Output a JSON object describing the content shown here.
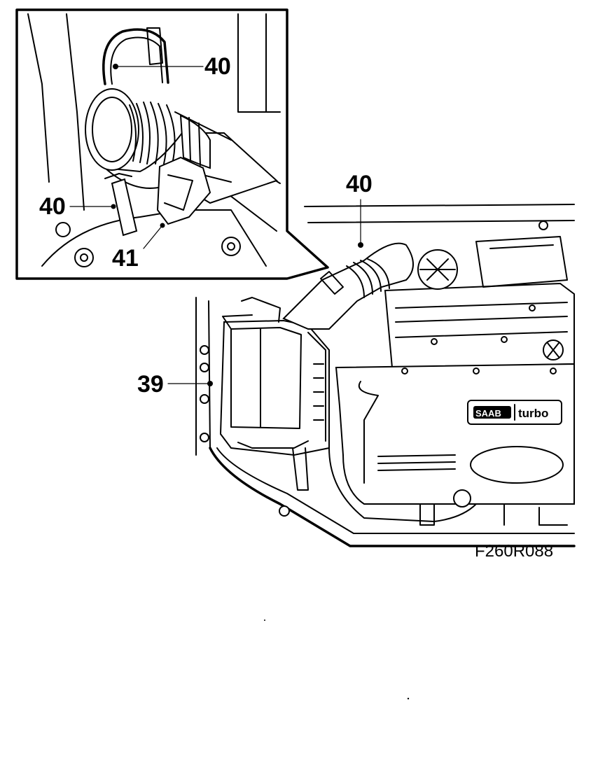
{
  "diagram": {
    "callouts": {
      "inset_top": "40",
      "inset_left": "40",
      "inset_bottom": "41",
      "main_hose": "40",
      "main_box": "39"
    },
    "brand_badge": {
      "logo": "SAAB",
      "text": "turbo"
    },
    "figure_code": "F260R088"
  }
}
